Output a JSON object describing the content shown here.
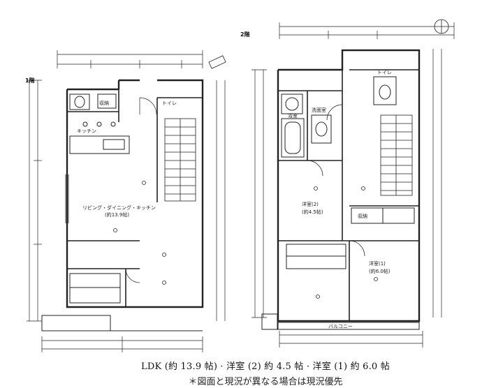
{
  "floors": {
    "left": {
      "label": "1階",
      "rooms": {
        "ldk": "リビング・ダイニング・キッチン",
        "ldk_size": "(約13.9帖)",
        "storage": "収納",
        "wc": "トイレ",
        "kitchen": "キッチン"
      }
    },
    "right": {
      "label": "2階",
      "rooms": {
        "bath": "浴室",
        "wash": "洗面室",
        "room2": "洋室(2)",
        "room2_size": "(約4.5帖)",
        "room1": "洋室(1)",
        "room1_size": "(約6.0帖)",
        "closet": "収納",
        "wc": "トイレ",
        "balcony": "バルコニー"
      }
    }
  },
  "caption": {
    "areas": "LDK (約 13.9 帖) · 洋室 (2) 約 4.5 帖 · 洋室 (1) 約 6.0 帖",
    "note": "＊図面と現況が異なる場合は現況優先"
  }
}
